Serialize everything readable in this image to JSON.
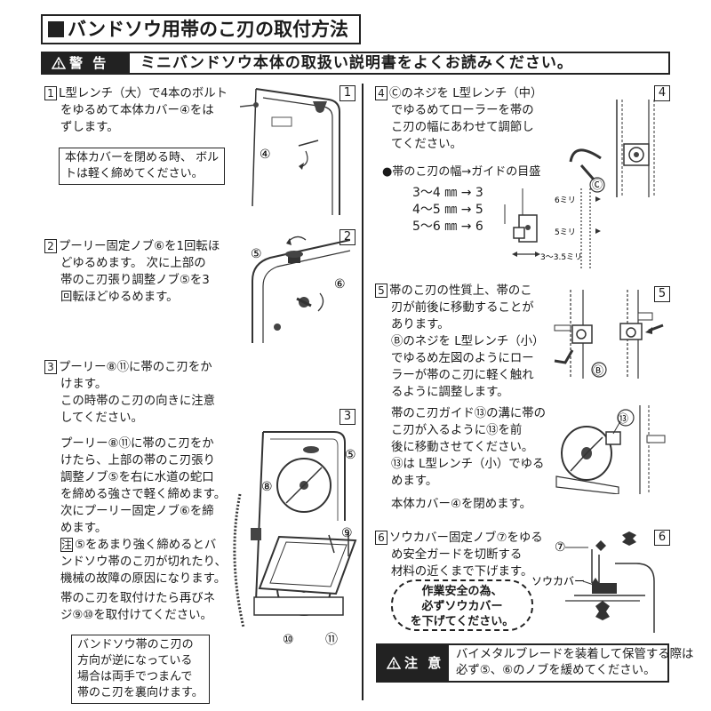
{
  "title": "バンドソウ用帯のこ刃の取付方法",
  "warning": {
    "label": "警 告",
    "text": "ミニバンドソウ本体の取扱い説明書をよくお読みください。"
  },
  "steps": [
    {
      "number": "1",
      "lines": [
        "L型レンチ（大）で4本のボルト",
        "をゆるめて本体カバー④をは",
        "ずします。"
      ],
      "box_lines": [
        "本体カバーを閉める時、 ボル",
        "トは軽く締めてください。"
      ],
      "figure": "1",
      "callouts": [
        "④"
      ]
    },
    {
      "number": "2",
      "lines": [
        "プーリー固定ノブ⑥を1回転ほ",
        "どゆるめます。 次に上部の",
        "帯のこ刃張り調整ノブ⑤を3",
        "回転ほどゆるめます。"
      ],
      "figure": "2",
      "callouts": [
        "⑤",
        "⑥"
      ]
    },
    {
      "number": "3",
      "lines": [
        "プーリー⑧⑪に帯のこ刃をか",
        "けます。",
        "この時帯のこ刃の向きに注意",
        "してください。"
      ],
      "lines_b": [
        "プーリー⑧⑪に帯のこ刃をか",
        "けたら、上部の帯のこ刃張り",
        "調整ノブ⑤を右に水道の蛇口",
        "を締める強さで軽く締めます。",
        "次にプーリー固定ノブ⑥を締",
        "めます。"
      ],
      "caution_mark": "注",
      "caution_lines": [
        "⑤をあまり強く締めるとバ",
        "ンドソウ帯のこ刃が切れたり、",
        "機械の故障の原因になります。"
      ],
      "lines_c": [
        "帯のこ刃を取付けたら再びネ",
        "ジ⑨⑩を取付けてください。"
      ],
      "box_lines": [
        "バンドソウ帯のこ刃の",
        "方向が逆になっている",
        "場合は両手でつまんで",
        "帯のこ刃を裏向けます。"
      ],
      "figure": "3",
      "callouts": [
        "⑤",
        "⑧",
        "⑨",
        "⑩",
        "⑪"
      ]
    },
    {
      "number": "4",
      "lines": [
        "Ⓒのネジを L型レンチ（中）",
        "でゆるめてローラーを帯の",
        "こ刃の幅にあわせて調節し",
        "てください。"
      ],
      "guide_title": "●帯のこ刃の幅→ガイドの目盛",
      "guide_rows": [
        "3～4 ㎜ → 3",
        "4～5 ㎜ → 5",
        "5～6 ㎜ → 6"
      ],
      "figure": "4",
      "callouts": [
        "Ⓒ",
        "6ミリ",
        "5ミリ",
        "3～3.5ミリ"
      ]
    },
    {
      "number": "5",
      "lines": [
        "帯のこ刃の性質上、帯のこ",
        "刃が前後に移動することが",
        "あります。",
        "Ⓑのネジを L型レンチ（小）",
        "でゆるめ左図のようにロー",
        "ラーが帯のこ刃に軽く触れ",
        "るように調整します。"
      ],
      "lines_b": [
        "帯のこ刃ガイド⑬の溝に帯の",
        "こ刃が入るように⑬を前",
        "後に移動させてください。",
        "⑬は L型レンチ（小）でゆる",
        "めます。"
      ],
      "lines_c": [
        "本体カバー④を閉めます。"
      ],
      "figure": "5",
      "callouts": [
        "Ⓑ",
        "⑬"
      ]
    },
    {
      "number": "6",
      "lines": [
        "ソウカバー固定ノブ⑦をゆる",
        "め安全ガードを切断する",
        "材料の近くまで下げます。"
      ],
      "safety_lines": [
        "作業安全の為、",
        "必ずソウカバー",
        "を下げてください。"
      ],
      "figure": "6",
      "callouts": [
        "⑦",
        "ソウカバー"
      ]
    }
  ],
  "note": {
    "label": "注 意",
    "lines": [
      "バイメタルブレードを装着して保管する際は",
      "必ず⑤、⑥のノブを緩めてください。"
    ]
  }
}
